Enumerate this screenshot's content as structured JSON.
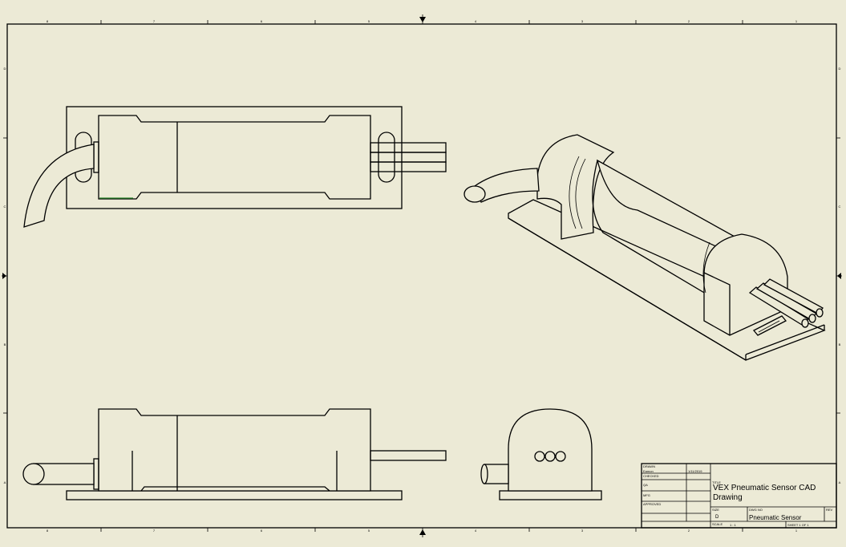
{
  "colors": {
    "paper": "#ecead6",
    "line": "#000000",
    "accent": "#2e8b2e"
  },
  "border": {
    "columns": [
      "8",
      "7",
      "6",
      "5",
      "4",
      "3",
      "2",
      "1"
    ],
    "rows": [
      "D",
      "C",
      "B",
      "A"
    ]
  },
  "title_block": {
    "drawn_label": "DRAWN",
    "drawn_by": "Eamon",
    "date": "1/11/2019",
    "checked_label": "CHECKED",
    "qa_label": "QA",
    "mfg_label": "MFG",
    "approved_label": "APPROVED",
    "title_label": "TITLE",
    "title_line1": "VEX Pneumatic Sensor CAD",
    "title_line2": "Drawing",
    "size_label": "SIZE",
    "size": "D",
    "dwg_no_label": "DWG NO",
    "dwg_no": "Pneumatic Sensor",
    "rev_label": "REV",
    "scale_label": "SCALE",
    "scale": "1 : 1",
    "sheet": "SHEET 1 OF 1"
  }
}
